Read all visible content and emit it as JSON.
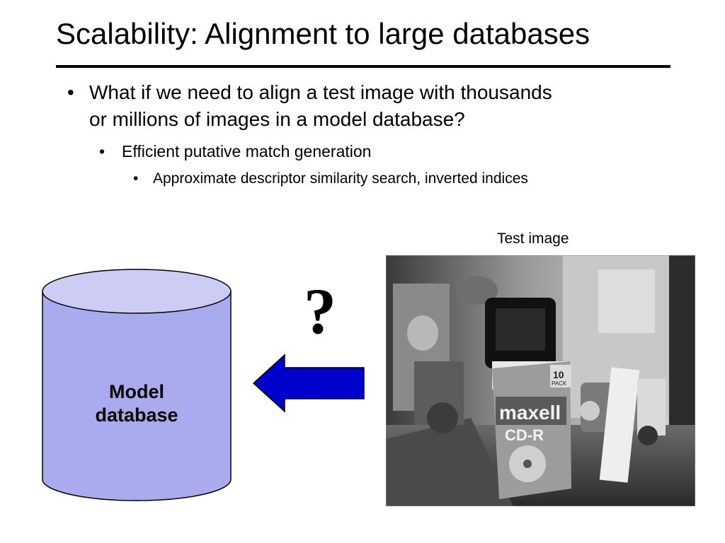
{
  "slide": {
    "title": "Scalability: Alignment to large databases",
    "bullets": [
      {
        "text": "What if we need to align a test image with thousands",
        "text2": "or millions of images in a model database?"
      },
      {
        "text": "Efficient putative match generation"
      },
      {
        "text": "Approximate descriptor similarity search, inverted indices"
      }
    ],
    "bullet_glyph": "•",
    "test_image_caption": "Test image",
    "database_label_line1": "Model",
    "database_label_line2": "database",
    "question_mark": "?",
    "photo_labels": {
      "brand": "maxell",
      "product": "CD-R",
      "pack": "10",
      "pack_word": "PACK"
    }
  },
  "colors": {
    "cylinder_body": "#aaaaee",
    "cylinder_top": "#ccccf4",
    "arrow_fill": "#0000cc",
    "rule": "#000000"
  },
  "icons": [
    "database-cylinder-icon",
    "left-arrow-icon"
  ]
}
